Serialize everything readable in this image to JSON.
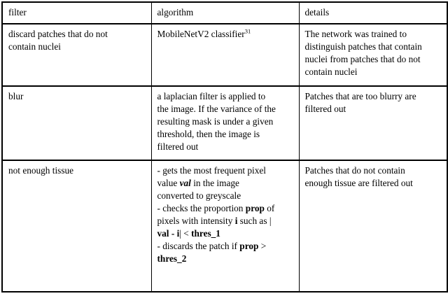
{
  "colors": {
    "background": "#ffffff",
    "border": "#000000",
    "text": "#000000"
  },
  "table": {
    "header": [
      "filter",
      "algorithm",
      "details"
    ],
    "rows": [
      {
        "filter_lines": [
          [
            {
              "t": "discard patches that do not"
            }
          ],
          [
            {
              "t": "contain nuclei"
            }
          ]
        ],
        "algorithm_lines": [
          [
            {
              "t": "MobileNetV2 classifier"
            },
            {
              "t": "31",
              "sup": true
            }
          ]
        ],
        "details_lines": [
          [
            {
              "t": "The network was trained to"
            }
          ],
          [
            {
              "t": "distinguish patches that contain"
            }
          ],
          [
            {
              "t": "nuclei from patches that do not"
            }
          ],
          [
            {
              "t": "contain nuclei"
            }
          ]
        ]
      },
      {
        "filter_lines": [
          [
            {
              "t": "blur"
            }
          ]
        ],
        "algorithm_lines": [
          [
            {
              "t": "a laplacian filter is applied to"
            }
          ],
          [
            {
              "t": "the image. If the variance of the"
            }
          ],
          [
            {
              "t": "resulting mask is under a given"
            }
          ],
          [
            {
              "t": "threshold, then the image is"
            }
          ],
          [
            {
              "t": "filtered out"
            }
          ]
        ],
        "details_lines": [
          [
            {
              "t": "Patches that are too blurry are"
            }
          ],
          [
            {
              "t": "filtered out"
            }
          ]
        ]
      },
      {
        "filter_lines": [
          [
            {
              "t": "not enough tissue"
            }
          ]
        ],
        "algorithm_lines": [
          [
            {
              "t": "- gets the most frequent pixel"
            }
          ],
          [
            {
              "t": "value "
            },
            {
              "t": "val",
              "b": true,
              "i": true
            },
            {
              "t": " in the image"
            }
          ],
          [
            {
              "t": "converted to greyscale"
            }
          ],
          [
            {
              "t": "- checks the proportion "
            },
            {
              "t": "prop",
              "b": true
            },
            {
              "t": " of"
            }
          ],
          [
            {
              "t": "pixels with intensity "
            },
            {
              "t": "i",
              "b": true
            },
            {
              "t": " such as |"
            }
          ],
          [
            {
              "t": "val - i",
              "b": true
            },
            {
              "t": "| < "
            },
            {
              "t": "thres_1",
              "b": true
            }
          ],
          [
            {
              "t": "- discards the patch if "
            },
            {
              "t": "prop",
              "b": true
            },
            {
              "t": " >"
            }
          ],
          [
            {
              "t": "thres_2",
              "b": true
            }
          ]
        ],
        "details_lines": [
          [
            {
              "t": "Patches that do not contain"
            }
          ],
          [
            {
              "t": "enough tissue are filtered out"
            }
          ]
        ]
      }
    ]
  }
}
